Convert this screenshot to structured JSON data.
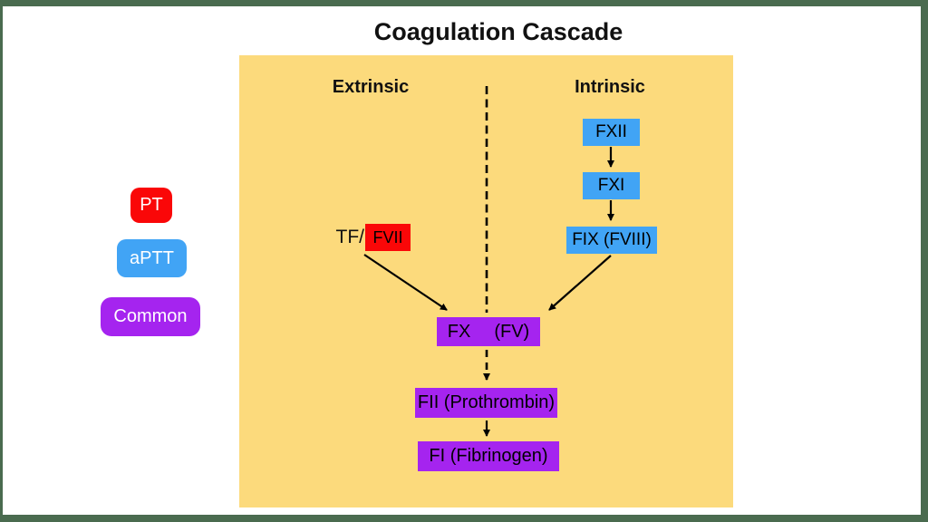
{
  "title": "Coagulation Cascade",
  "legend": {
    "items": [
      {
        "label": "PT",
        "color": "#fa0708",
        "meaning": "prothrombin-time-pathway"
      },
      {
        "label": "aPTT",
        "color": "#41a4f5",
        "meaning": "activated-partial-thromboplastin-time-pathway"
      },
      {
        "label": "Common",
        "color": "#a524ef",
        "meaning": "common-pathway"
      }
    ]
  },
  "diagram": {
    "panel_background": "#fcda7c",
    "labels": {
      "extrinsic": "Extrinsic",
      "intrinsic": "Intrinsic"
    },
    "intrinsic": {
      "nodes": [
        "FXII",
        "FXI",
        "FIX (FVIII)"
      ]
    },
    "extrinsic": {
      "tissue_factor_label": "TF/",
      "node": "FVII"
    },
    "common": {
      "fx_label": "FX",
      "fv_label": "(FV)",
      "prothrombin": "FII (Prothrombin)",
      "fibrinogen": "FI (Fibrinogen)"
    },
    "connections": [
      "divider-dashed-line-extrinsic-intrinsic",
      "FXII -> FXI",
      "FXI -> FIX (FVIII)",
      "TF/FVII -> FX",
      "FIX (FVIII) -> FX",
      "FX -> FII (dashed)",
      "FII -> FI"
    ]
  },
  "colors": {
    "frame_border": "#4a6b4f",
    "panel_yellow": "#fcda7c",
    "pt_red": "#fa0708",
    "aptt_blue": "#41a4f5",
    "common_purple": "#a524ef",
    "text_black": "#000000",
    "text_white": "#ffffff"
  }
}
